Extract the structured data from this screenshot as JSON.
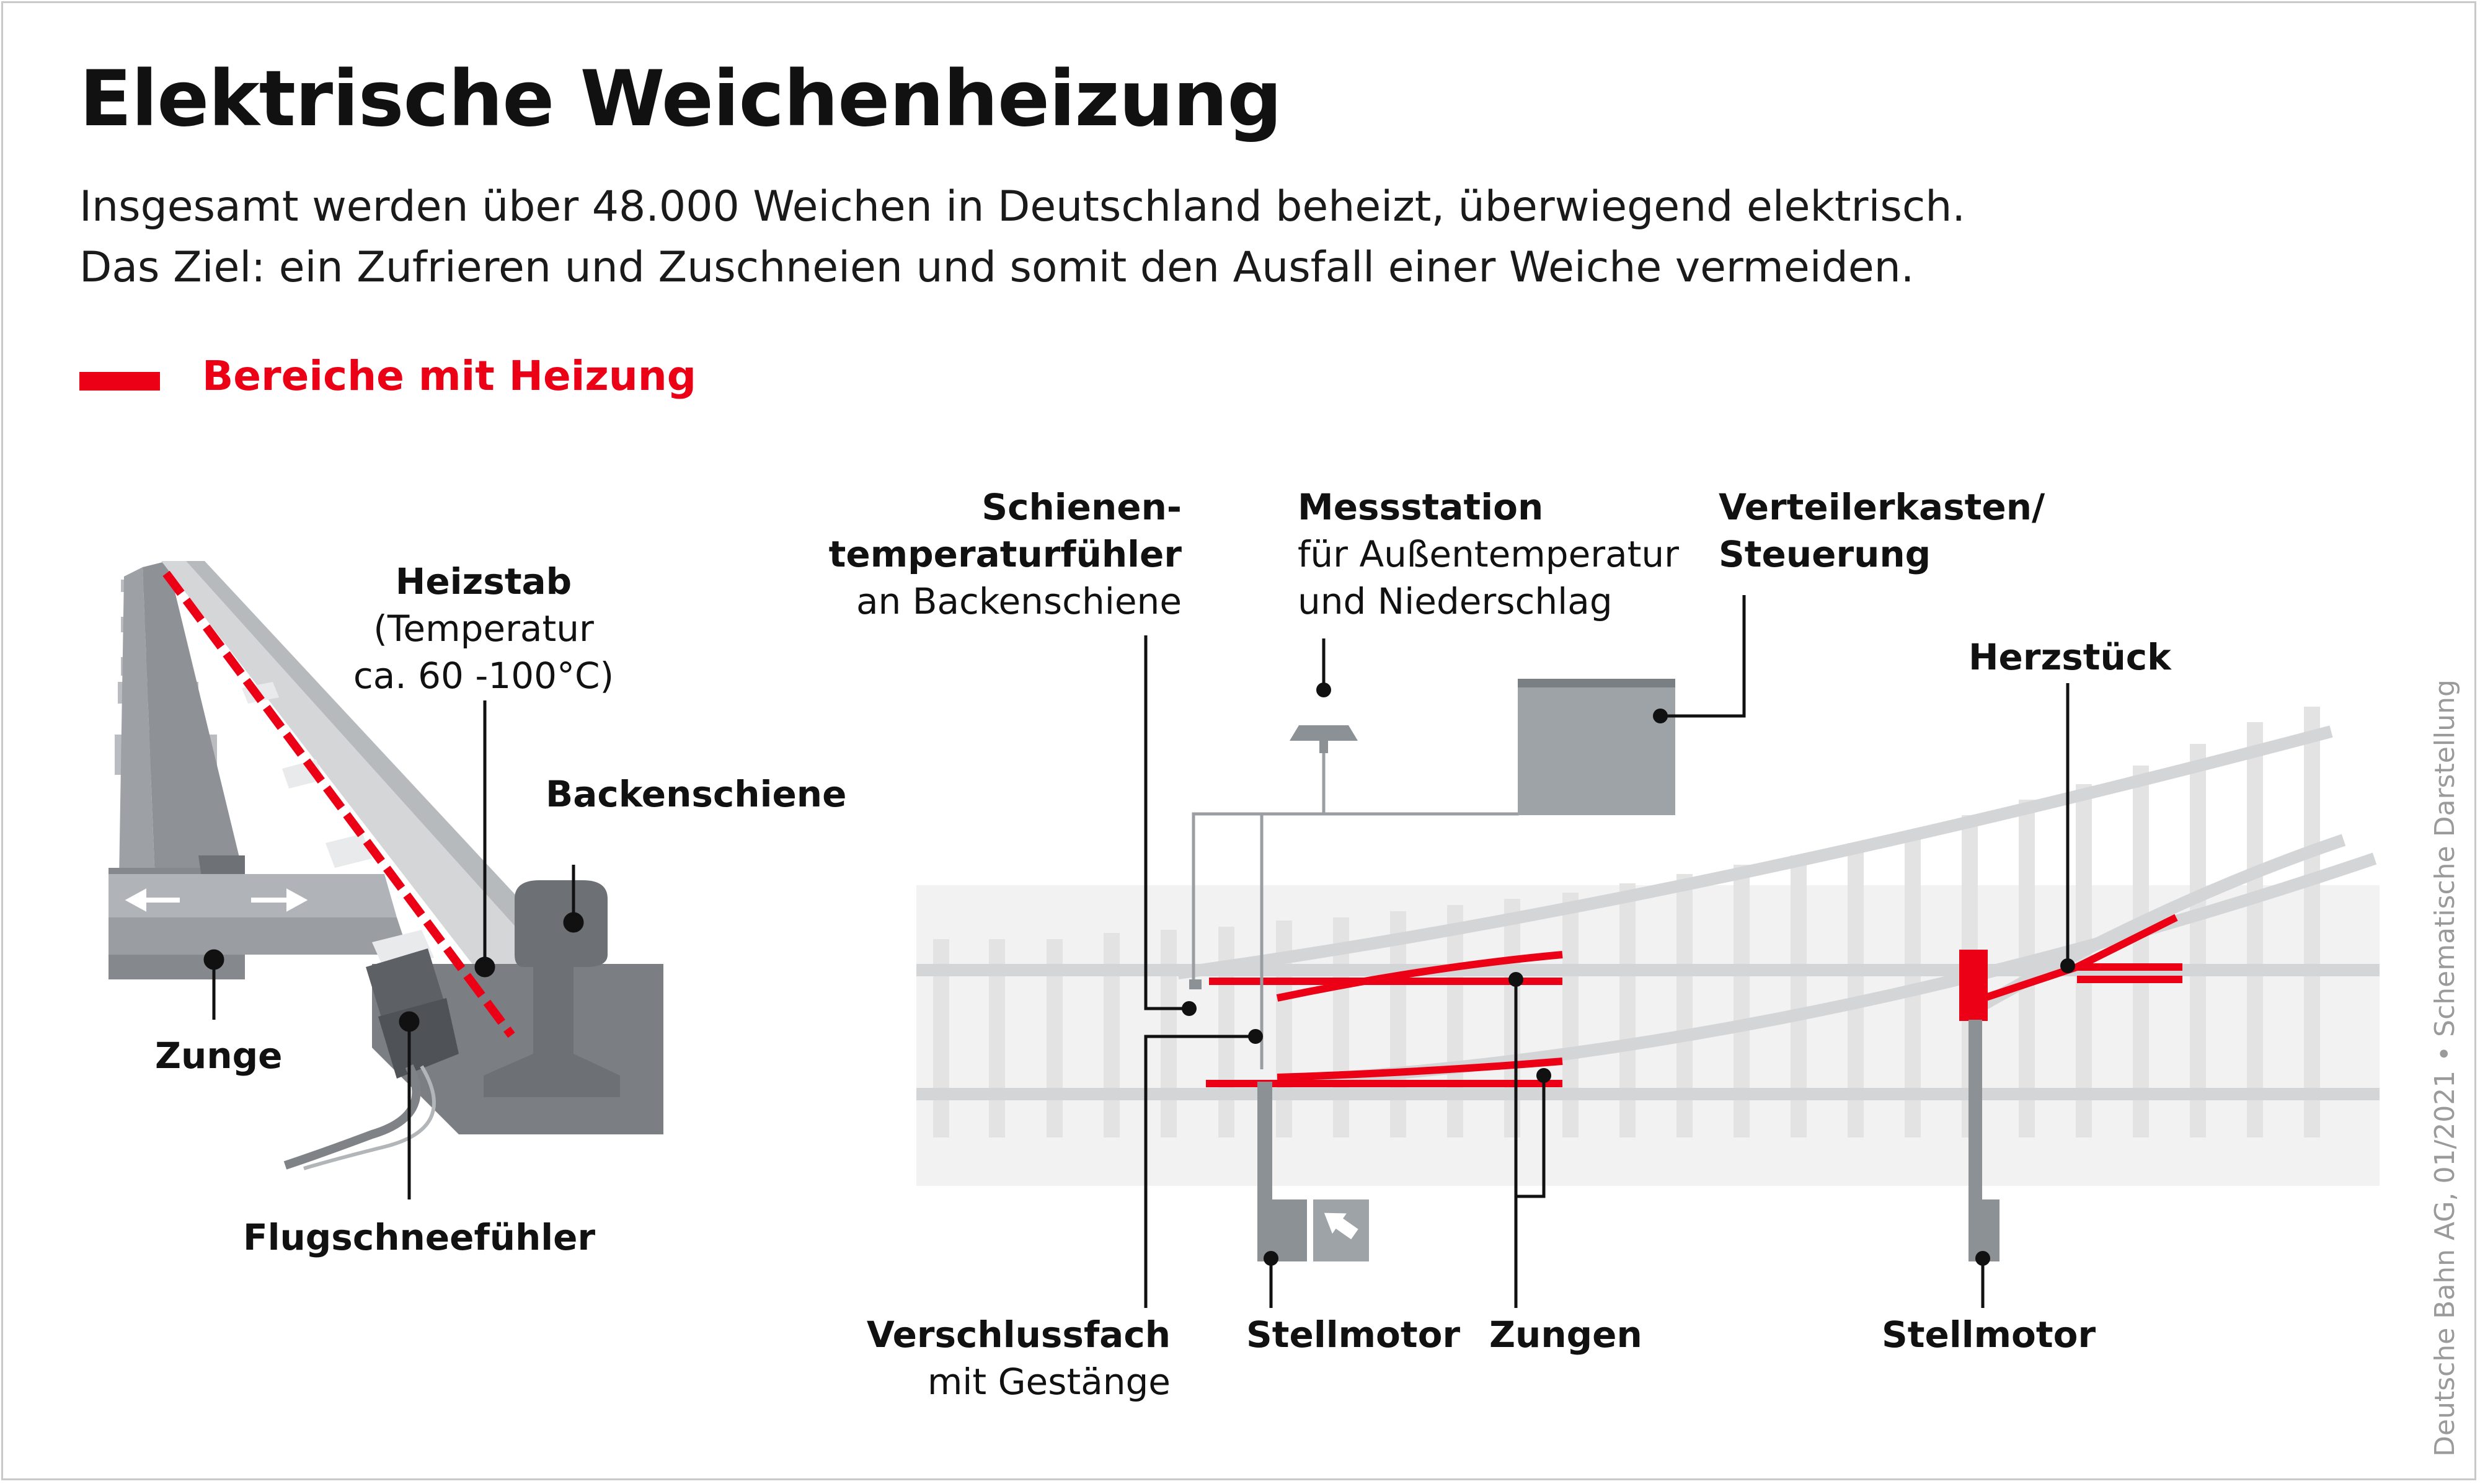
{
  "title": "Elektrische Weichenheizung",
  "subtitle_lines": [
    "Insgesamt werden über 48.000 Weichen in Deutschland beheizt, überwiegend elektrisch.",
    "Das Ziel: ein Zufrieren und Zuschneien und somit den Ausfall einer Weiche vermeiden."
  ],
  "legend": {
    "label": "Bereiche mit Heizung",
    "color": "#ec0016"
  },
  "left_diagram": {
    "heizstab": {
      "title": "Heizstab",
      "line1": "(Temperatur",
      "line2": "ca. 60 -100°C)"
    },
    "backenschiene": "Backenschiene",
    "zunge": "Zunge",
    "flugschnee": "Flugschneefühler"
  },
  "right_diagram": {
    "schienentemp": {
      "title1": "Schienen-",
      "title2": "temperaturfühler",
      "desc": "an Backenschiene"
    },
    "messstation": {
      "title": "Messstation",
      "desc1": "für Außentemperatur",
      "desc2": "und Niederschlag"
    },
    "verteiler": {
      "title1": "Verteilerkasten/",
      "title2": "Steuerung"
    },
    "herzstueck": "Herzstück",
    "verschluss": {
      "title": "Verschlussfach",
      "desc": "mit Gestänge"
    },
    "stellmotor1": "Stellmotor",
    "zungen": "Zungen",
    "stellmotor2": "Stellmotor"
  },
  "credit": "Deutsche Bahn AG, 01/2021 • Schematische Darstellung",
  "colors": {
    "heating": "#ec0016",
    "rail_grey": "#8c9196",
    "sleeper": "#e6e6e6",
    "box": "#9ea3a8"
  }
}
